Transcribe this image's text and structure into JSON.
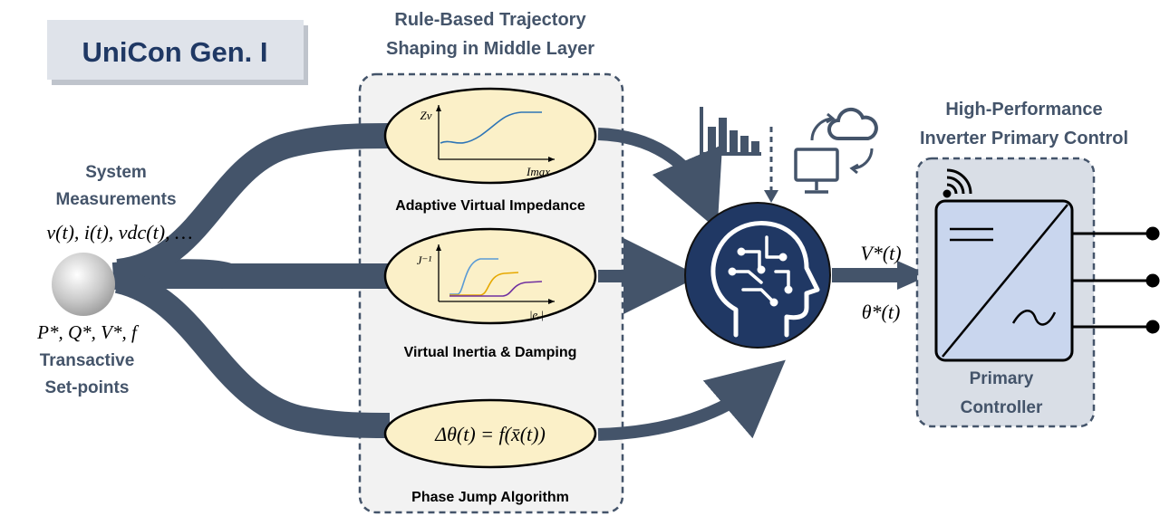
{
  "title_box": {
    "label": "UniCon Gen. I"
  },
  "middle_layer": {
    "heading_line1": "Rule-Based Trajectory",
    "heading_line2": "Shaping in Middle Layer",
    "blocks": [
      {
        "label": "Adaptive Virtual Impedance",
        "y_axis": "Zv",
        "x_axis": "Imax"
      },
      {
        "label": "Virtual Inertia & Damping",
        "y_axis": "J⁻¹",
        "x_axis": "|eᵣ|"
      },
      {
        "label": "Phase Jump Algorithm",
        "formula": "Δθ(t) = f(x̄(t))"
      }
    ]
  },
  "inputs": {
    "measurements_line1": "System",
    "measurements_line2": "Measurements",
    "measurements_math": "v(t), i(t), vdc(t), …",
    "setpoints_math": "P*, Q*, V*, f",
    "setpoints_line1": "Transactive",
    "setpoints_line2": "Set-points"
  },
  "ai_outputs": {
    "v_ref": "V*(t)",
    "theta_ref": "θ*(t)"
  },
  "primary": {
    "heading_line1": "High-Performance",
    "heading_line2": "Inverter Primary Control",
    "box_line1": "Primary",
    "box_line2": "Controller"
  },
  "colors": {
    "arrow": "#44546a",
    "heading": "#44546a",
    "title_text": "#1f3864",
    "title_bg": "#dfe3ea",
    "ellipse_fill": "#fbf0c8",
    "panel_bg": "#f2f2f2",
    "brain_circle": "#203864",
    "inverter_fill": "#c9d6ee",
    "primary_panel_bg": "#d9dee6"
  }
}
